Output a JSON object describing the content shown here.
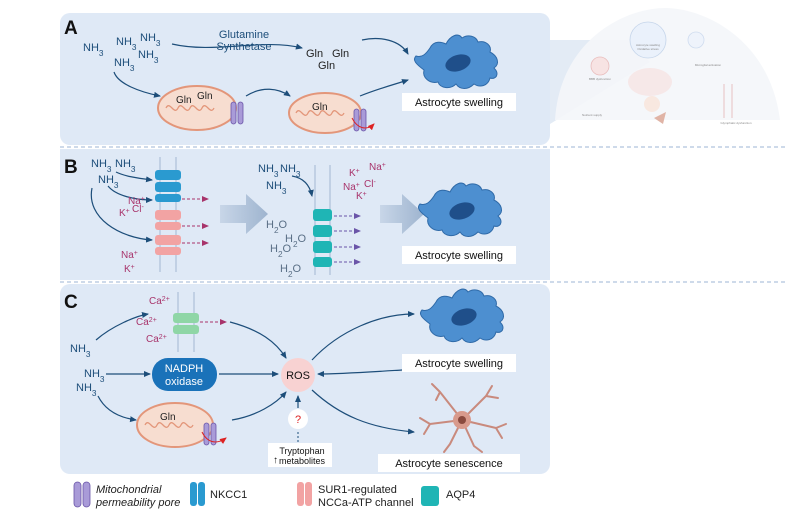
{
  "panels": {
    "a": {
      "letter": "A",
      "nh3": [
        "NH3",
        "NH3",
        "NH3",
        "NH3",
        "NH3"
      ],
      "enzyme_line1": "Glutamine",
      "enzyme_line2": "Synthetase",
      "gln_cyto": [
        "Gln",
        "Gln",
        "Gln"
      ],
      "gln_mito1": [
        "Gln",
        "Gln"
      ],
      "gln_mito2": "Gln",
      "outcome": "Astrocyte swelling"
    },
    "b": {
      "letter": "B",
      "nh3_left": [
        "NH3",
        "NH3",
        "NH3"
      ],
      "ions_left": [
        "Na+",
        "K+",
        "Cl-",
        "Na+",
        "K+"
      ],
      "nh3_mid": [
        "NH3",
        "NH3",
        "NH3"
      ],
      "ions_mid": [
        "K+",
        "Na+",
        "Na+",
        "Cl-",
        "K+"
      ],
      "water": [
        "H2O",
        "H2O",
        "H2O",
        "H2O"
      ],
      "outcome": "Astrocyte swelling"
    },
    "c": {
      "letter": "C",
      "calcium": [
        "Ca2+",
        "Ca2+",
        "Ca2+"
      ],
      "nh3": [
        "NH3",
        "NH3",
        "NH3"
      ],
      "nadph_line1": "NADPH",
      "nadph_line2": "oxidase",
      "ros": "ROS",
      "gln": "Gln",
      "question": "?",
      "tryptophan_line1": "Tryptophan",
      "tryptophan_line2": "metabolites",
      "up_arrow": "↑",
      "outcome_swelling": "Astrocyte swelling",
      "outcome_senescence": "Astrocyte senescence"
    }
  },
  "inset": {
    "labels": [
      "Astrocyte swelling",
      "Oxidative stress",
      "BBB dysfunction",
      "Microglial activation",
      "Nutrient supply",
      "Glymphatic dysfunction"
    ]
  },
  "legend": [
    {
      "label_line1": "Mitochondrial",
      "label_line2": "permeability pore",
      "italic": true,
      "color": "#a99bd8"
    },
    {
      "label_line1": "NKCC1",
      "label_line2": "",
      "italic": false,
      "color": "#2a9ad0"
    },
    {
      "label_line1": "SUR1-regulated",
      "label_line2": "NCCa-ATP channel",
      "italic": false,
      "color": "#f2a3a3"
    },
    {
      "label_line1": "AQP4",
      "label_line2": "",
      "italic": false,
      "color": "#1fb5b5"
    }
  ],
  "colors": {
    "panel_bg": "#dfe9f6",
    "arrow": "#1d4e7a",
    "ion": "#a8346b",
    "astrocyte": "#4d8fd0",
    "astrocyte_nucleus": "#1f4f8a",
    "mito_fill": "#f7ddd0",
    "mito_stroke": "#e3967a",
    "neuron": "#c98a7d"
  }
}
